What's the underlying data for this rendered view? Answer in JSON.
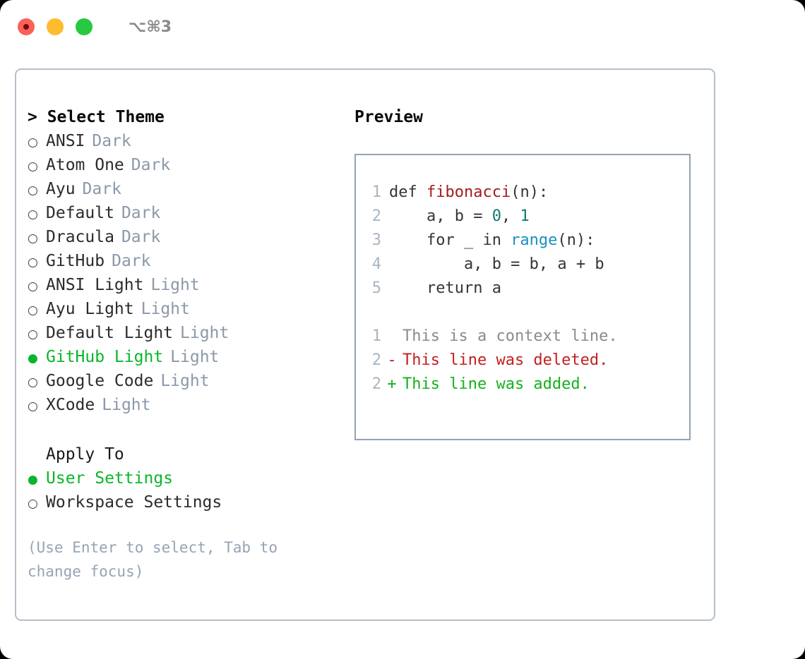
{
  "titlebar": {
    "shortcut": "⌥⌘3",
    "lights": [
      {
        "name": "close",
        "color": "#fa6159"
      },
      {
        "name": "minimize",
        "color": "#fdbc2e"
      },
      {
        "name": "maximize",
        "color": "#26c940"
      }
    ]
  },
  "theme_list": {
    "header": "> Select Theme",
    "items": [
      {
        "marker": "○",
        "label": "ANSI",
        "tag": "Dark",
        "selected": false
      },
      {
        "marker": "○",
        "label": "Atom One",
        "tag": "Dark",
        "selected": false
      },
      {
        "marker": "○",
        "label": "Ayu",
        "tag": "Dark",
        "selected": false
      },
      {
        "marker": "○",
        "label": "Default",
        "tag": "Dark",
        "selected": false
      },
      {
        "marker": "○",
        "label": "Dracula",
        "tag": "Dark",
        "selected": false
      },
      {
        "marker": "○",
        "label": "GitHub",
        "tag": "Dark",
        "selected": false
      },
      {
        "marker": "○",
        "label": "ANSI Light",
        "tag": "Light",
        "selected": false
      },
      {
        "marker": "○",
        "label": "Ayu Light",
        "tag": "Light",
        "selected": false
      },
      {
        "marker": "○",
        "label": "Default Light",
        "tag": "Light",
        "selected": false
      },
      {
        "marker": "●",
        "label": "GitHub Light",
        "tag": "Light",
        "selected": true
      },
      {
        "marker": "○",
        "label": "Google Code",
        "tag": "Light",
        "selected": false
      },
      {
        "marker": "○",
        "label": "XCode",
        "tag": "Light",
        "selected": false
      }
    ]
  },
  "apply_to": {
    "header": "Apply To",
    "items": [
      {
        "marker": "●",
        "label": "User Settings",
        "selected": true
      },
      {
        "marker": "○",
        "label": "Workspace Settings",
        "selected": false
      }
    ]
  },
  "hint": "(Use Enter to select, Tab to change focus)",
  "preview": {
    "header": "Preview",
    "code": [
      {
        "lineno": "1",
        "parts": [
          {
            "text": "def ",
            "cls": ""
          },
          {
            "text": "fibonacci",
            "cls": "tok-fn"
          },
          {
            "text": "(n):",
            "cls": ""
          }
        ]
      },
      {
        "lineno": "2",
        "parts": [
          {
            "text": "    a, b = ",
            "cls": ""
          },
          {
            "text": "0",
            "cls": "tok-num"
          },
          {
            "text": ", ",
            "cls": ""
          },
          {
            "text": "1",
            "cls": "tok-num"
          }
        ]
      },
      {
        "lineno": "3",
        "parts": [
          {
            "text": "    for _ in ",
            "cls": ""
          },
          {
            "text": "range",
            "cls": "tok-call"
          },
          {
            "text": "(n):",
            "cls": ""
          }
        ]
      },
      {
        "lineno": "4",
        "parts": [
          {
            "text": "        a, b = b, a + b",
            "cls": ""
          }
        ]
      },
      {
        "lineno": "5",
        "parts": [
          {
            "text": "    return a",
            "cls": ""
          }
        ]
      }
    ],
    "diff": [
      {
        "lineno": "1",
        "marker": " ",
        "text": "This is a context line.",
        "kind": "context"
      },
      {
        "lineno": "2",
        "marker": "-",
        "text": "This line was deleted.",
        "kind": "removed"
      },
      {
        "lineno": "2",
        "marker": "+",
        "text": "This line was added.",
        "kind": "added"
      }
    ]
  },
  "colors": {
    "selected_green": "#0ab52b",
    "tag_gray": "#8c98a9",
    "hint_gray": "#97a3b4",
    "panel_border": "#b6bfc9",
    "preview_border": "#94a3b1",
    "diff_added": "#16b11b",
    "diff_removed": "#c32020",
    "syntax_function": "#a61b1b",
    "syntax_number": "#0f7a73",
    "syntax_call": "#1a8fc1"
  }
}
